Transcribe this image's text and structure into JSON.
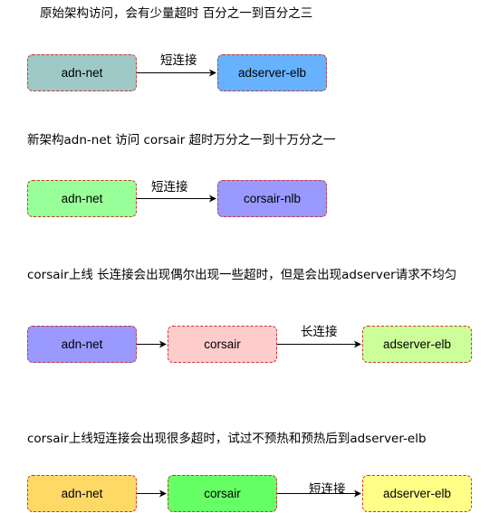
{
  "colors": {
    "teal": "#9ec9c7",
    "blue": "#66b2ff",
    "green": "#99ff99",
    "purple": "#9999ff",
    "pink": "#ffcccc",
    "lime": "#ccff99",
    "orange": "#ffd966",
    "bright_green": "#66ff66",
    "yellow": "#ffff88",
    "border": "#cc3333"
  },
  "sections": [
    {
      "caption": "原始架构访问，会有少量超时 百分之一到百分之三",
      "nodes": [
        "adn-net",
        "adserver-elb"
      ],
      "edges": [
        {
          "label": "短连接"
        }
      ]
    },
    {
      "caption": "新架构adn-net 访问 corsair 超时万分之一到十万分之一",
      "nodes": [
        "adn-net",
        "corsair-nlb"
      ],
      "edges": [
        {
          "label": "短连接"
        }
      ]
    },
    {
      "caption": "corsair上线 长连接会出现偶尔出现一些超时，但是会出现adserver请求不均匀",
      "nodes": [
        "adn-net",
        "corsair",
        "adserver-elb"
      ],
      "edges": [
        {
          "label": ""
        },
        {
          "label": "长连接"
        }
      ]
    },
    {
      "caption": "corsair上线短连接会出现很多超时，试过不预热和预热后到adserver-elb",
      "nodes": [
        "adn-net",
        "corsair",
        "adserver-elb"
      ],
      "edges": [
        {
          "label": ""
        },
        {
          "label": "短连接"
        }
      ]
    }
  ]
}
